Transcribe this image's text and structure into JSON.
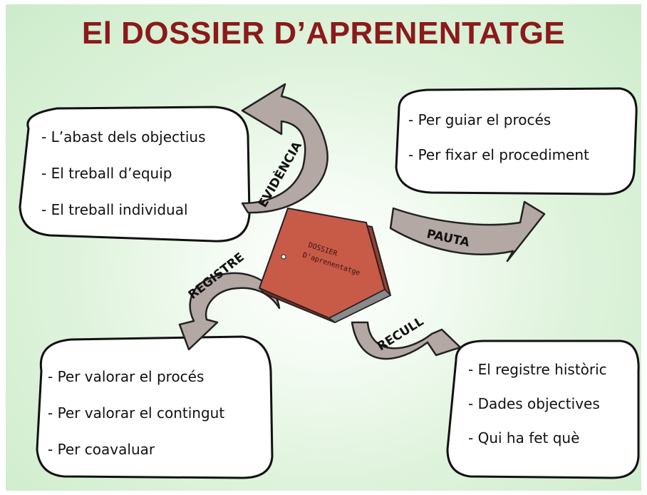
{
  "title": "El DOSSIER D’APRENENTATGE",
  "book": {
    "line1": "DOSSIER",
    "line2": "D'aprenentatge"
  },
  "arrows": {
    "evidencia": "EVIDÈNCIA",
    "pauta": "PAUTA",
    "registre": "REGISTRE",
    "recull": "RECULL"
  },
  "bubbles": {
    "top_left": [
      "- L’abast dels objectius",
      "- El treball d’equip",
      "- El treball individual"
    ],
    "top_right": [
      "- Per guiar el procés",
      "- Per fixar el procediment"
    ],
    "bottom_left": [
      "- Per valorar el procés",
      "- Per valorar el contingut",
      "- Per coavaluar"
    ],
    "bottom_right": [
      "- El registre històric",
      "- Dades objectives",
      "- Qui ha fet què"
    ]
  },
  "colors": {
    "title": "#8b1a1a",
    "arrow": "#b3a8a4",
    "book": "#c85a48",
    "background": "#d6efd3"
  }
}
